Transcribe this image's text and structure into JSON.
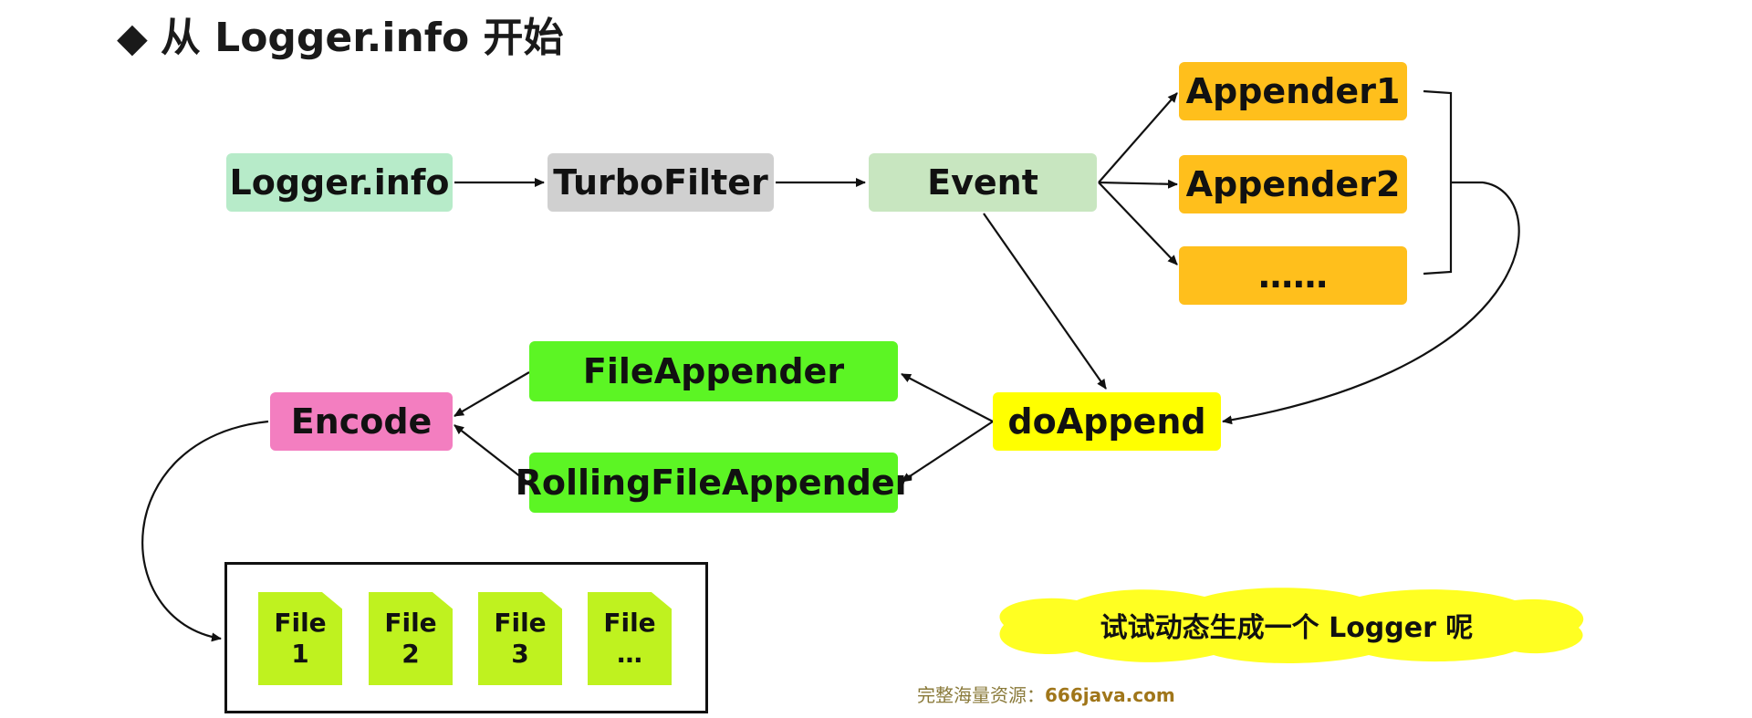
{
  "title": {
    "bullet": "◆",
    "text": "从 Logger.info 开始"
  },
  "nodes": {
    "logger_info": "Logger.info",
    "turbo_filter": "TurboFilter",
    "event": "Event",
    "appender1": "Appender1",
    "appender2": "Appender2",
    "appender_more": "……",
    "do_append": "doAppend",
    "file_appender": "FileAppender",
    "rolling_file_appender": "RollingFileAppender",
    "encode": "Encode"
  },
  "files": [
    {
      "label": "File",
      "num": "1"
    },
    {
      "label": "File",
      "num": "2"
    },
    {
      "label": "File",
      "num": "3"
    },
    {
      "label": "File",
      "num": "…"
    }
  ],
  "note": "试试动态生成一个 Logger 呢",
  "watermark": {
    "label": "完整海量资源：",
    "site": "666java.com"
  },
  "colors": {
    "logger_info": "#b7ebc9",
    "turbo_filter": "#d0d0d0",
    "event": "#c8e6c0",
    "appender": "#ffbf1c",
    "do_append": "#ffff00",
    "file_appender": "#5cf524",
    "encode": "#f37ec0",
    "file": "#bff21f",
    "note": "#ffff22"
  }
}
